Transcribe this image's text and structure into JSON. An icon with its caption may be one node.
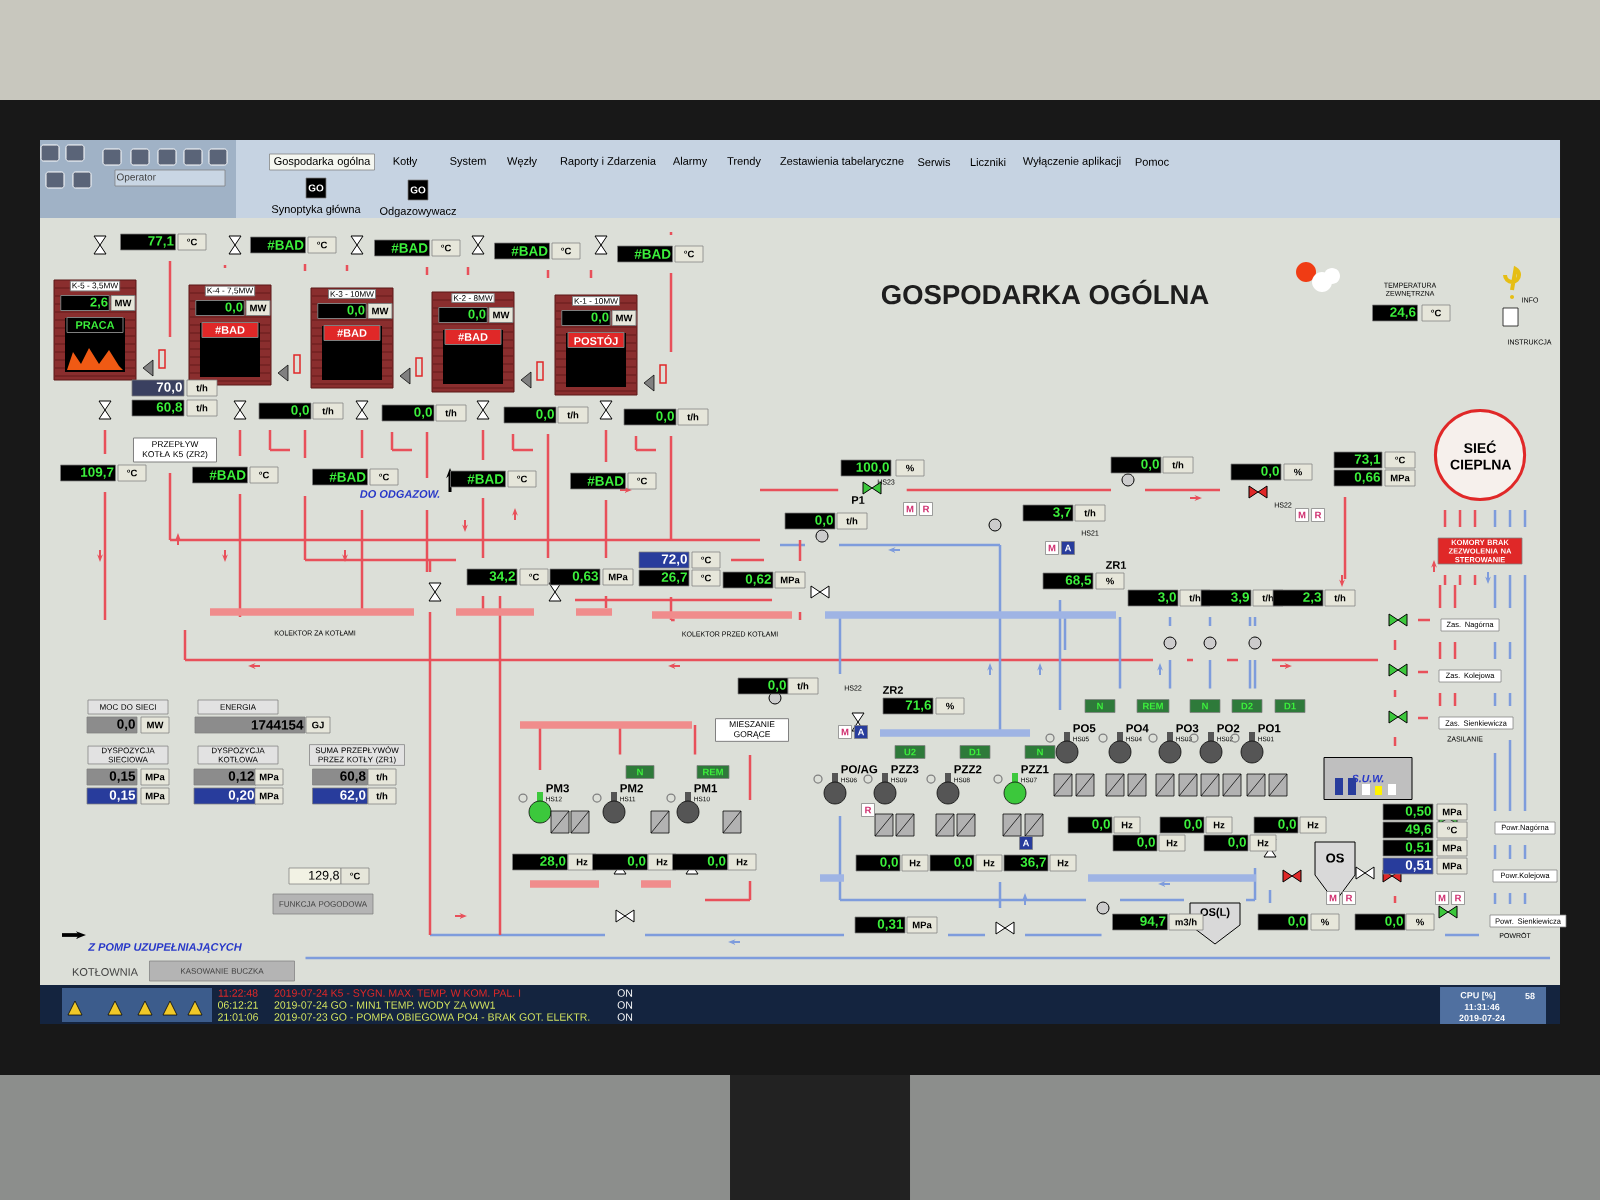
{
  "diagram": {
    "title": "GOSPODARKA OGÓLNA",
    "nodes": [
      {
        "text": [
          "K-5 - 3,5MW",
          "2,6",
          "MW",
          "PRACA"
        ]
      },
      {
        "text": [
          "K-4 - 7,5MW",
          "0,0",
          "MW",
          "#BAD"
        ]
      },
      {
        "text": [
          "K-3 - 10MW",
          "0,0",
          "MW",
          "#BAD"
        ]
      },
      {
        "text": [
          "K-2 - 8MW",
          "0,0",
          "MW",
          "#BAD"
        ]
      },
      {
        "text": [
          "K-1 - 10MW",
          "0,0",
          "MW",
          "POSTÓJ"
        ]
      },
      {
        "text": [
          "SIEĆ CIEPLNA"
        ]
      },
      {
        "text": [
          "MIESZANIE GORĄCE"
        ]
      },
      {
        "text": [
          "PM3",
          "HS12"
        ]
      },
      {
        "text": [
          "PM2",
          "HS11"
        ]
      },
      {
        "text": [
          "PM1",
          "HS10"
        ]
      },
      {
        "text": [
          "PO/AG",
          "HS06"
        ]
      },
      {
        "text": [
          "PZZ3",
          "HS09"
        ]
      },
      {
        "text": [
          "PZZ2",
          "HS08"
        ]
      },
      {
        "text": [
          "PZZ1",
          "HS07"
        ]
      },
      {
        "text": [
          "PO5",
          "HS05"
        ]
      },
      {
        "text": [
          "PO4",
          "HS04"
        ]
      },
      {
        "text": [
          "PO3",
          "HS03"
        ]
      },
      {
        "text": [
          "PO2",
          "HS02"
        ]
      },
      {
        "text": [
          "PO1",
          "HS01"
        ]
      },
      {
        "text": [
          "OS"
        ]
      },
      {
        "text": [
          "OS(L)"
        ]
      },
      {
        "text": [
          "S.U.W."
        ]
      },
      {
        "text": [
          "PRZEPŁYW KOTŁA K5 (ZR2)"
        ]
      }
    ],
    "labels": [
      "Operator",
      "Gospodarka ogólna",
      "Kotły",
      "System",
      "Węzły",
      "Raporty i Zdarzenia",
      "Alarmy",
      "Trendy",
      "Zestawienia tabelaryczne",
      "Serwis",
      "Liczniki",
      "Wyłączenie aplikacji",
      "Pomoc",
      "GO",
      "GO",
      "Synoptyka główna",
      "Odgazowywacz",
      "77,1",
      "°C",
      "#BAD",
      "°C",
      "#BAD",
      "°C",
      "#BAD",
      "°C",
      "#BAD",
      "°C",
      "70,0",
      "t/h",
      "60,8",
      "t/h",
      "0,0",
      "t/h",
      "0,0",
      "t/h",
      "0,0",
      "t/h",
      "0,0",
      "t/h",
      "109,7",
      "°C",
      "#BAD",
      "°C",
      "#BAD",
      "°C",
      "#BAD",
      "°C",
      "#BAD",
      "°C",
      "DO ODGAZOW.",
      "TEMPERATURA ZEWNĘTRZNA",
      "24,6",
      "°C",
      "INFO",
      "INSTRUKCJA",
      "100,0",
      "%",
      "HS23",
      "P1",
      "M",
      "R",
      "0,0",
      "t/h",
      "0,0",
      "t/h",
      "3,7",
      "t/h",
      "0,0",
      "%",
      "HS22",
      "M",
      "R",
      "73,1",
      "°C",
      "0,66",
      "MPa",
      "M",
      "A",
      "HS21",
      "ZR1",
      "68,5",
      "%",
      "3,0",
      "t/h",
      "3,9",
      "t/h",
      "2,3",
      "t/h",
      "KOMORY BRAK ZEZWOLENIA NA STEROWANIE",
      "Zas. Nagórna",
      "Zas. Kolejowa",
      "Zas. Sienkiewicza",
      "ZASILANIE",
      "34,2",
      "°C",
      "0,63",
      "MPa",
      "72,0",
      "°C",
      "26,7",
      "°C",
      "0,62",
      "MPa",
      "KOLEKTOR ZA KOTŁAMI",
      "KOLEKTOR PRZED KOTŁAMI",
      "MOC DO SIECI",
      "0,0",
      "MW",
      "ENERGIA",
      "1744154",
      "GJ",
      "DYSPOZYCJA SIECIOWA",
      "0,15",
      "MPa",
      "0,15",
      "MPa",
      "DYSPOZYCJA KOTŁOWA",
      "0,12",
      "MPa",
      "0,20",
      "MPa",
      "SUMA PRZEPŁYWÓW PRZEZ KOTŁY (ZR1)",
      "60,8",
      "t/h",
      "62,0",
      "t/h",
      "129,8",
      "°C",
      "FUNKCJA POGODOWA",
      "0,0",
      "t/h",
      "N",
      "REM",
      "28,0",
      "Hz",
      "0,0",
      "Hz",
      "0,0",
      "Hz",
      "HS22",
      "ZR2",
      "71,6",
      "%",
      "M",
      "A",
      "U2",
      "D1",
      "N",
      "N",
      "REM",
      "N",
      "D2",
      "D1",
      "R",
      "0,0",
      "Hz",
      "0,0",
      "Hz",
      "36,7",
      "Hz",
      "A",
      "0,0",
      "Hz",
      "0,0",
      "Hz",
      "0,0",
      "Hz",
      "0,0",
      "Hz",
      "0,0",
      "Hz",
      "0,31",
      "MPa",
      "94,7",
      "m3/h",
      "0,0",
      "%",
      "0,0",
      "%",
      "0,50",
      "MPa",
      "49,6",
      "°C",
      "0,51",
      "MPa",
      "0,51",
      "MPa",
      "M",
      "R",
      "M",
      "R",
      "Powr.Nagórna",
      "Powr.Kolejowa",
      "Powr. Sienkiewicza",
      "POWRÓT",
      "Z POMP UZUPEŁNIAJĄCYCH",
      "KOTŁOWNIA",
      "KASOWANIE BUCZKA",
      "11:22:48",
      "2019-07-24 K5 - SYGN. MAX. TEMP. W KOM. PAL. I",
      "ON",
      "06:12:21",
      "2019-07-24 GO - MIN1 TEMP. WODY ZA WW1",
      "ON",
      "21:01:06",
      "2019-07-23 GO - POMPA OBIEGOWA PO4 - BRAK GOT. ELEKTR.",
      "ON",
      "CPU [%]",
      "58",
      "11:31:46",
      "2019-07-24"
    ]
  }
}
